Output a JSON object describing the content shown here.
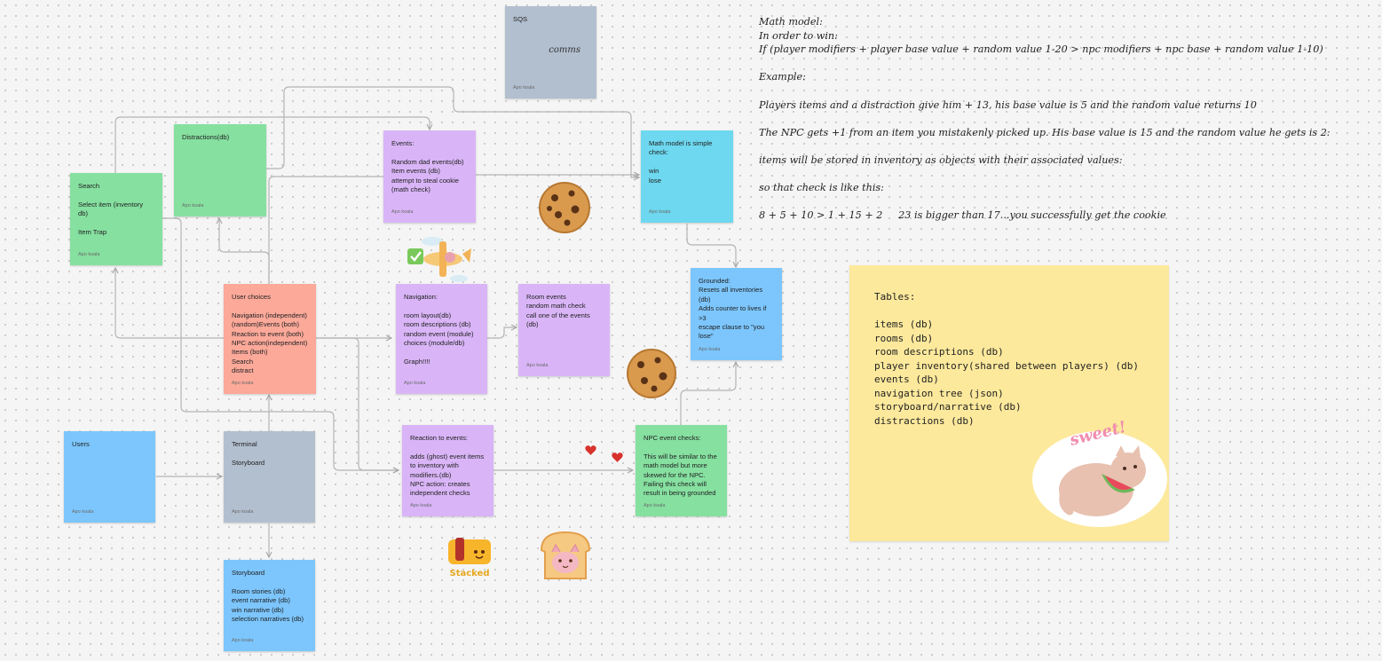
{
  "stickies": {
    "sqs": {
      "title": "SQS",
      "body": "",
      "comms": "comms",
      "author": "Apo koala"
    },
    "distractions": {
      "title": "Distractions(db)",
      "body": "",
      "author": "Apo koala"
    },
    "events": {
      "title": "Events:",
      "body": "\nRandom dad events(db)\nItem events (db)\nattempt to steal cookie\n(math check)",
      "author": "Apo koala"
    },
    "math_simple": {
      "title": "Math model is simple\ncheck:",
      "body": "\nwin\nlose",
      "author": "Apo koala"
    },
    "search": {
      "title": "Search",
      "body": "\nSelect item (inventory db)\n\nItem Trap",
      "author": "Apo koala"
    },
    "user_choices": {
      "title": "User choices",
      "body": "\nNavigation (independent)\n(random)Events (both)\nReaction to event (both)\nNPC action(independent)\nItems (both)\nSearch\ndistract",
      "author": "Apo koala"
    },
    "navigation": {
      "title": "Navigation:",
      "body": "\nroom layout(db)\nroom descriptions (db)\nrandom event (module)\nchoices (module/db)\n\nGraph!!!!",
      "author": "Apo koala"
    },
    "room_events": {
      "title": "Room events",
      "body": "random math check\ncall one of the events (db)",
      "author": "Apo koala"
    },
    "grounded": {
      "title": "Grounded:",
      "body": "Resets all inventories (db)\nAdds counter to lives if >3\nescape clause to \"you\nlose\"",
      "author": "Apo koala"
    },
    "users": {
      "title": "Users",
      "body": "",
      "author": "Apo koala"
    },
    "terminal": {
      "title": "Terminal",
      "body": "\nStoryboard",
      "author": "Apo koala"
    },
    "reaction": {
      "title": "Reaction to events:",
      "body": "\nadds (ghost) event items\nto inventory with\nmodifiers.(db)\nNPC action: creates\nindependent checks",
      "author": "Apo koala"
    },
    "npc_checks": {
      "title": "NPC event checks:",
      "body": "\nThis will be similar to the\nmath model but more\nskewed for the NPC.\nFailing this check will\nresult in being grounded",
      "author": "Apo koala"
    },
    "storyboard": {
      "title": "Storyboard",
      "body": "\nRoom stories (db)\nevent narrative (db)\nwin narrative (db)\nselection narratives (db)",
      "author": "Apo koala"
    }
  },
  "math_text": [
    "Math model:",
    "In order to win:",
    "If (player modifiers + player base value + random value 1-20 > npc modifiers + npc base + random value 1-10)",
    "",
    "Example:",
    "",
    "Players items and a distraction give him + 13, his base value is 5 and the random value returns 10",
    "",
    "The NPC gets +1 from an item you mistakenly picked up. His base value is 15 and the random value he gets is 2:",
    "",
    "items will be stored in inventory as objects with their associated values:",
    "",
    "so that check is like this:",
    "",
    "8 + 5 + 10 > 1 + 15 + 2     23 is bigger than 17...you successfully get the cookie"
  ],
  "tables": {
    "text": "Tables:\n\nitems (db)\nrooms (db)\nroom descriptions (db)\nplayer inventory(shared between players) (db)\nevents (db)\nnavigation tree (json)\nstoryboard/narrative (db)\ndistractions (db)"
  },
  "stickers": {
    "sweet": "sweet!",
    "stacked": "Stacked"
  },
  "colors": {
    "green": "#86e0a0",
    "purple": "#d9b5f7",
    "blue": "#7cc6fd",
    "cyan": "#6dd8ef",
    "salmon": "#fca99a",
    "slate": "#b2bfcf",
    "yellow": "#fde99c"
  }
}
